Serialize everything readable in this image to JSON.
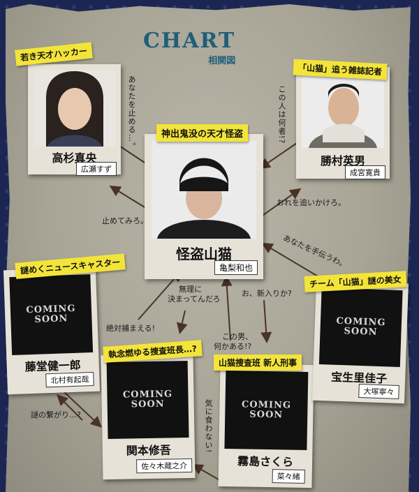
{
  "header": {
    "title": "CHART",
    "subtitle": "相関図"
  },
  "center": {
    "tag": "神出鬼没の天才怪盗",
    "name": "怪盗山猫",
    "actor": "亀梨和也"
  },
  "top_left": {
    "tag": "若き天才ハッカー",
    "name": "高杉真央",
    "actor": "広瀬すず"
  },
  "top_right": {
    "tag": "「山猫」追う雑誌記者",
    "name": "勝村英男",
    "actor": "成宮寛貴"
  },
  "left": {
    "tag": "謎めくニュースキャスター",
    "name": "藤堂健一郎",
    "actor": "北村有起哉",
    "placeholder": "COMING SOON"
  },
  "bottom_left": {
    "tag": "執念燃ゆる捜査班長…?",
    "name": "関本修吾",
    "actor": "佐々木蔵之介",
    "placeholder": "COMING SOON"
  },
  "bottom_mid": {
    "tag": "山猫捜査班 新人刑事",
    "name": "霧島さくら",
    "actor": "菜々緒",
    "placeholder": "COMING SOON"
  },
  "right": {
    "tag": "チーム「山猫」謎の美女",
    "name": "宝生里佳子",
    "actor": "大塚寧々",
    "placeholder": "COMING SOON"
  },
  "relations": {
    "r1": "あなたを止める…。",
    "r2": "この人は何者!?",
    "r3": "止めてみろ。",
    "r4": "おれを追いかけろ。",
    "r5": "あなたを手伝うわ。",
    "r6": "無理に",
    "r6b": "決まってんだろ",
    "r7": "お、新入りか?",
    "r8": "絶対捕まえる!",
    "r9": "この男、",
    "r9b": "何かある!?",
    "r10": "謎の繋がり…?",
    "r11": "気に食わない!"
  }
}
